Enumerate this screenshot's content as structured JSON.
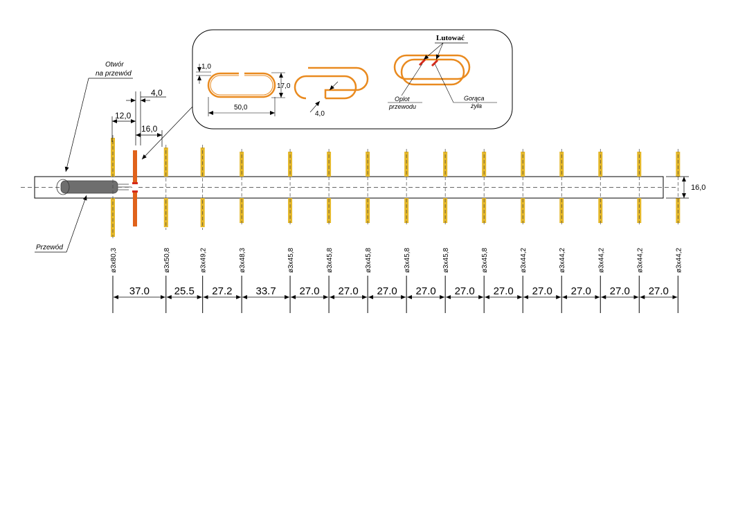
{
  "labels": {
    "hole_line1": "Otwór",
    "hole_line2": "na przewód",
    "wire": "Przewód",
    "solder": "Lutować",
    "braid_line1": "Oplot",
    "braid_line2": "przewodu",
    "hot_line1": "Gorąca",
    "hot_line2": "żyła"
  },
  "dims": {
    "d4": "4,0",
    "d12": "12,0",
    "d16": "16,0",
    "boom_height": "16,0",
    "d1": "1,0",
    "d17": "17,0",
    "d50": "50,0",
    "d4b": "4,0"
  },
  "element_colors": {
    "reflector": "#e5b82a",
    "driven": "#e0621a",
    "director": "#e5b82a",
    "boom": "#ffffff",
    "cable": "#6e6e6e",
    "loop": "#e98a1f",
    "solder": "#d42a1a"
  },
  "elements": [
    {
      "label": "ø3x80,3",
      "type": "reflector"
    },
    {
      "label": "ø3x50,8",
      "type": "director"
    },
    {
      "label": "ø3x49,2",
      "type": "director"
    },
    {
      "label": "ø3x48,3",
      "type": "director"
    },
    {
      "label": "ø3x45,8",
      "type": "director"
    },
    {
      "label": "ø3x45,8",
      "type": "director"
    },
    {
      "label": "ø3x45,8",
      "type": "director"
    },
    {
      "label": "ø3x45,8",
      "type": "director"
    },
    {
      "label": "ø3x45,8",
      "type": "director"
    },
    {
      "label": "ø3x45,8",
      "type": "director"
    },
    {
      "label": "ø3x44,2",
      "type": "director"
    },
    {
      "label": "ø3x44,2",
      "type": "director"
    },
    {
      "label": "ø3x44,2",
      "type": "director"
    },
    {
      "label": "ø3x44,2",
      "type": "director"
    },
    {
      "label": "ø3x44,2",
      "type": "director"
    }
  ],
  "spacings": [
    {
      "label": "37.0",
      "value": 37.0
    },
    {
      "label": "25.5",
      "value": 25.5
    },
    {
      "label": "27.2",
      "value": 27.2
    },
    {
      "label": "33.7",
      "value": 33.7
    },
    {
      "label": "27.0",
      "value": 27.0
    },
    {
      "label": "27.0",
      "value": 27.0
    },
    {
      "label": "27.0",
      "value": 27.0
    },
    {
      "label": "27.0",
      "value": 27.0
    },
    {
      "label": "27.0",
      "value": 27.0
    },
    {
      "label": "27.0",
      "value": 27.0
    },
    {
      "label": "27.0",
      "value": 27.0
    },
    {
      "label": "27.0",
      "value": 27.0
    },
    {
      "label": "27.0",
      "value": 27.0
    },
    {
      "label": "27.0",
      "value": 27.0
    }
  ]
}
